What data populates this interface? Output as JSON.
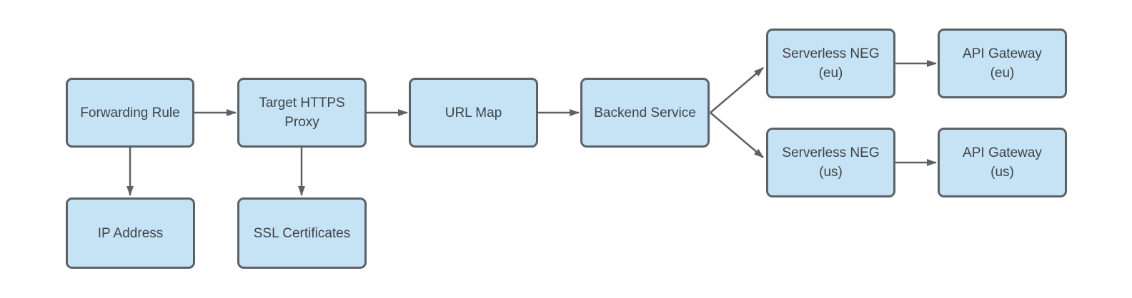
{
  "diagram_type": "flowchart",
  "colors": {
    "canvas-bg": "#ffffff",
    "node-fill": "#c6e3f5",
    "node-border": "#5c6166",
    "arrow": "#5c6166",
    "node-text": "#3e4347"
  },
  "nodes": {
    "forwarding_rule": {
      "label": "Forwarding Rule"
    },
    "target_https_proxy": {
      "label": "Target HTTPS\nProxy"
    },
    "url_map": {
      "label": "URL Map"
    },
    "backend_service": {
      "label": "Backend Service"
    },
    "serverless_neg_eu": {
      "label": "Serverless NEG\n(eu)"
    },
    "api_gateway_eu": {
      "label": "API Gateway\n(eu)"
    },
    "serverless_neg_us": {
      "label": "Serverless NEG\n(us)"
    },
    "api_gateway_us": {
      "label": "API Gateway\n(us)"
    },
    "ip_address": {
      "label": "IP Address"
    },
    "ssl_certificates": {
      "label": "SSL Certificates"
    }
  },
  "edges": [
    {
      "from": "forwarding_rule",
      "to": "target_https_proxy"
    },
    {
      "from": "target_https_proxy",
      "to": "url_map"
    },
    {
      "from": "url_map",
      "to": "backend_service"
    },
    {
      "from": "backend_service",
      "to": "serverless_neg_eu"
    },
    {
      "from": "backend_service",
      "to": "serverless_neg_us"
    },
    {
      "from": "serverless_neg_eu",
      "to": "api_gateway_eu"
    },
    {
      "from": "serverless_neg_us",
      "to": "api_gateway_us"
    },
    {
      "from": "forwarding_rule",
      "to": "ip_address"
    },
    {
      "from": "target_https_proxy",
      "to": "ssl_certificates"
    }
  ]
}
